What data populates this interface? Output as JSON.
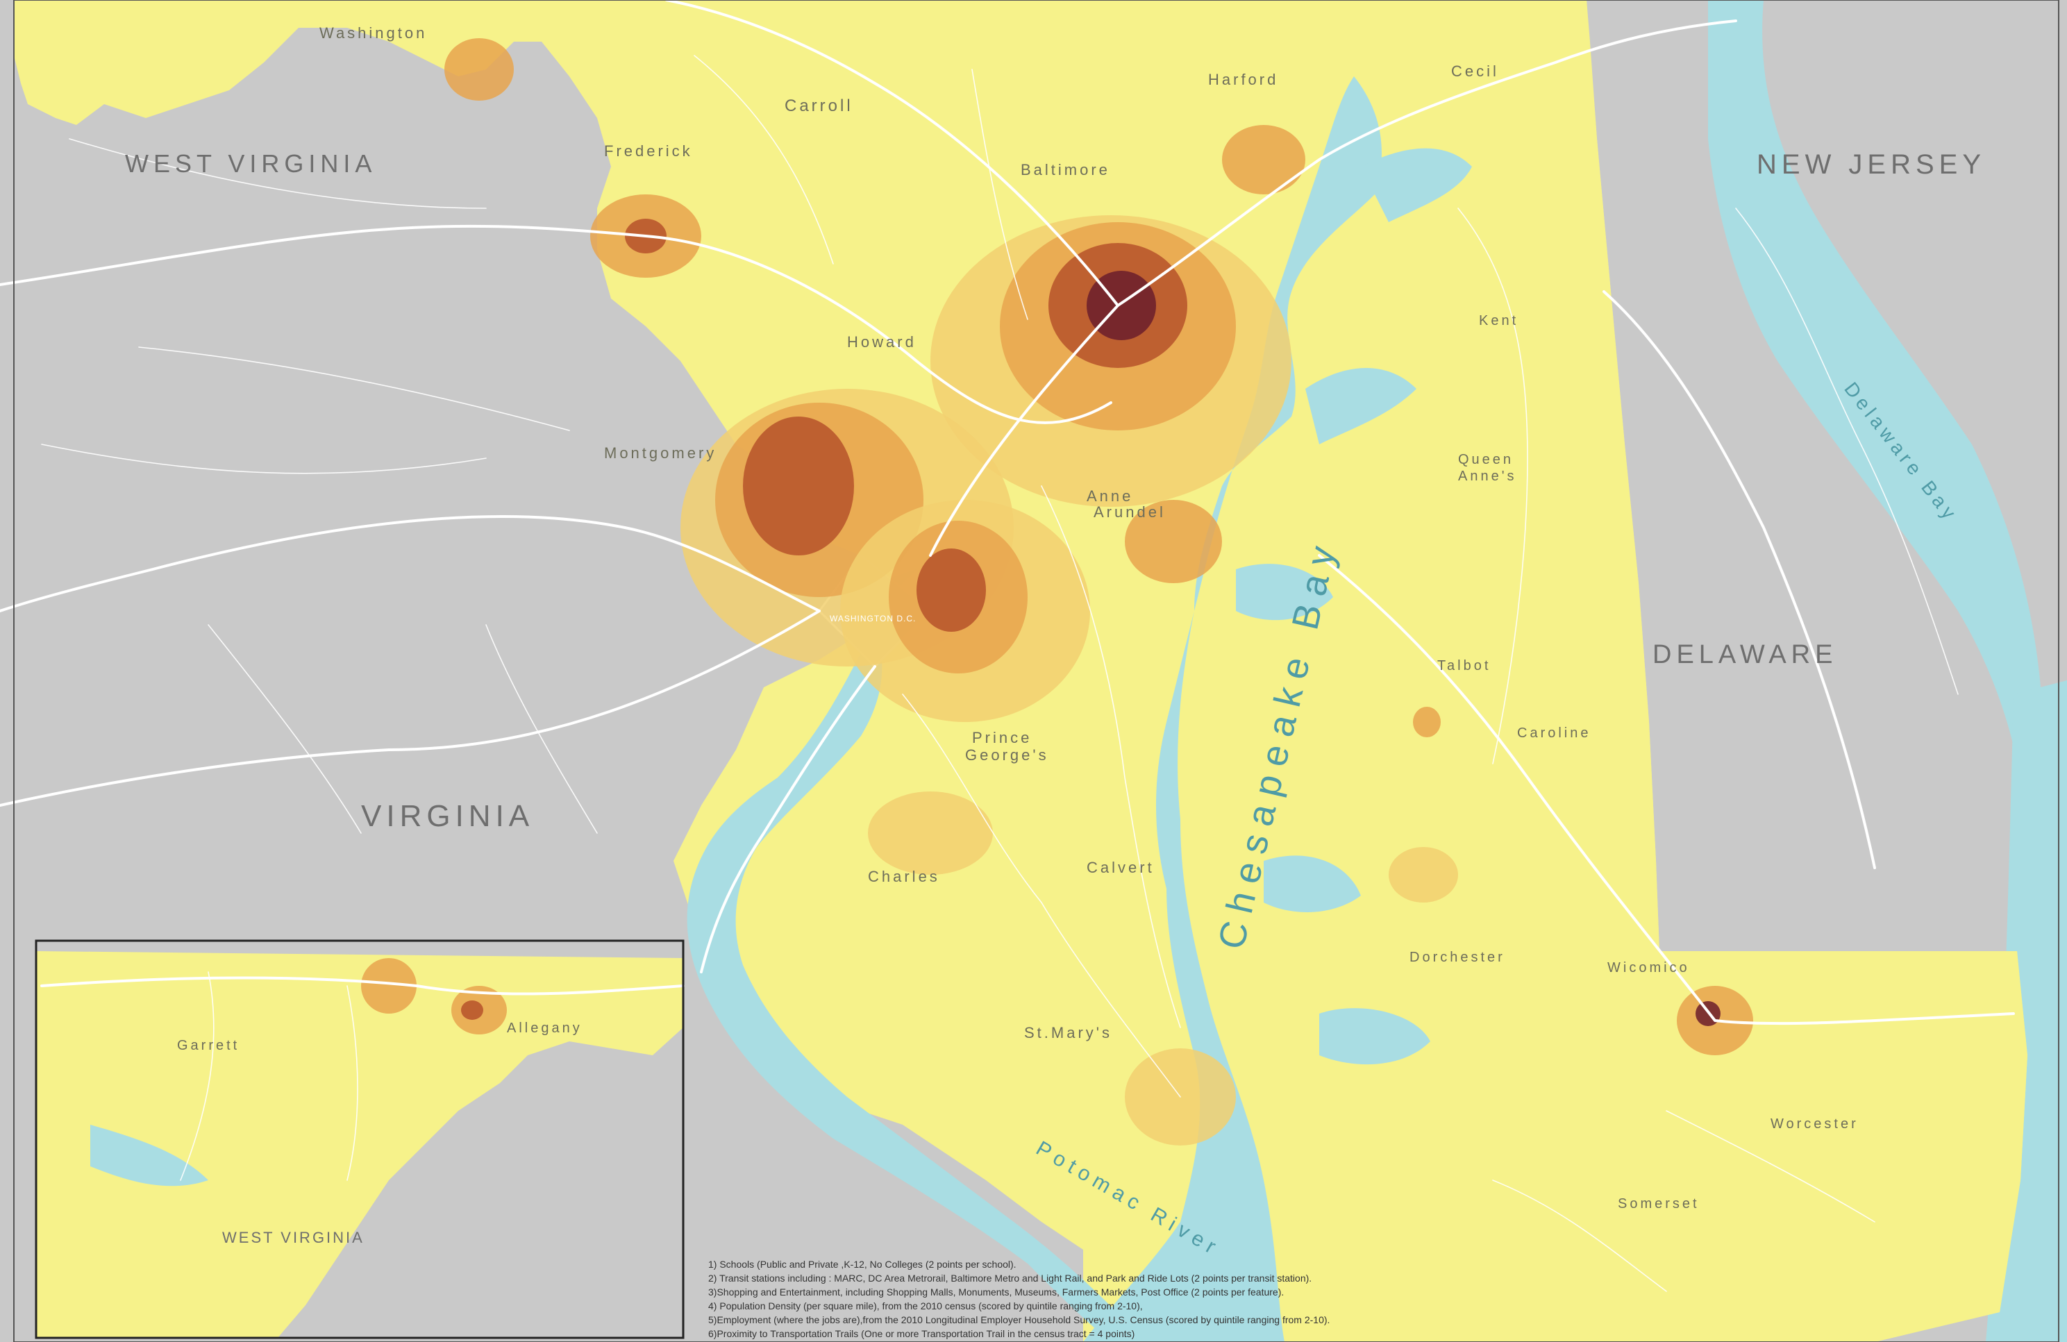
{
  "colors": {
    "land_other": "#c9c9c9",
    "maryland": "#f6f28a",
    "water": "#a9dde3",
    "score_low": "#f2d070",
    "score_mid": "#e7a54e",
    "score_high": "#b6522a",
    "score_top": "#6b1d2c"
  },
  "states": {
    "west_virginia": "WEST VIRGINIA",
    "virginia": "VIRGINIA",
    "new_jersey": "NEW JERSEY",
    "delaware": "DELAWARE",
    "inset_west_virginia": "WEST VIRGINIA"
  },
  "counties": {
    "washington": "Washington",
    "frederick": "Frederick",
    "carroll": "Carroll",
    "baltimore": "Baltimore",
    "harford": "Harford",
    "cecil": "Cecil",
    "howard": "Howard",
    "montgomery": "Montgomery",
    "anne_arundel_1": "Anne",
    "anne_arundel_2": "Arundel",
    "prince_georges_1": "Prince",
    "prince_georges_2": "George's",
    "charles": "Charles",
    "calvert": "Calvert",
    "st_marys": "St.Mary's",
    "kent": "Kent",
    "queen_annes_1": "Queen",
    "queen_annes_2": "Anne's",
    "talbot": "Talbot",
    "caroline": "Caroline",
    "dorchester": "Dorchester",
    "wicomico": "Wicomico",
    "worcester": "Worcester",
    "somerset": "Somerset",
    "garrett": "Garrett",
    "allegany": "Allegany"
  },
  "water": {
    "chesapeake_bay": "Chesapeake Bay",
    "delaware_bay": "Delaware Bay",
    "potomac_river": "Potomac River"
  },
  "cities": {
    "washington_dc": "WASHINGTON D.C."
  },
  "legend": {
    "lines": [
      "1) Schools (Public and Private ,K-12, No Colleges  (2 points per school).",
      "2) Transit  stations including : MARC, DC Area Metrorail, Baltimore Metro and Light Rail, and Park and Ride Lots (2 points per transit  station).",
      "3)Shopping and Entertainment, including Shopping Malls, Monuments, Museums, Farmers Markets, Post Office (2 points per feature).",
      "4) Population Density (per square mile), from the 2010 census (scored by quintile ranging from 2-10),",
      "5)Employment (where the jobs are),from the 2010 Longitudinal Employer Household Survey, U.S. Census (scored by quintile ranging from 2-10).",
      "6)Proximity to Transportation Trails (One or more Transportation Trail in the census tract  = 4 points)"
    ]
  }
}
